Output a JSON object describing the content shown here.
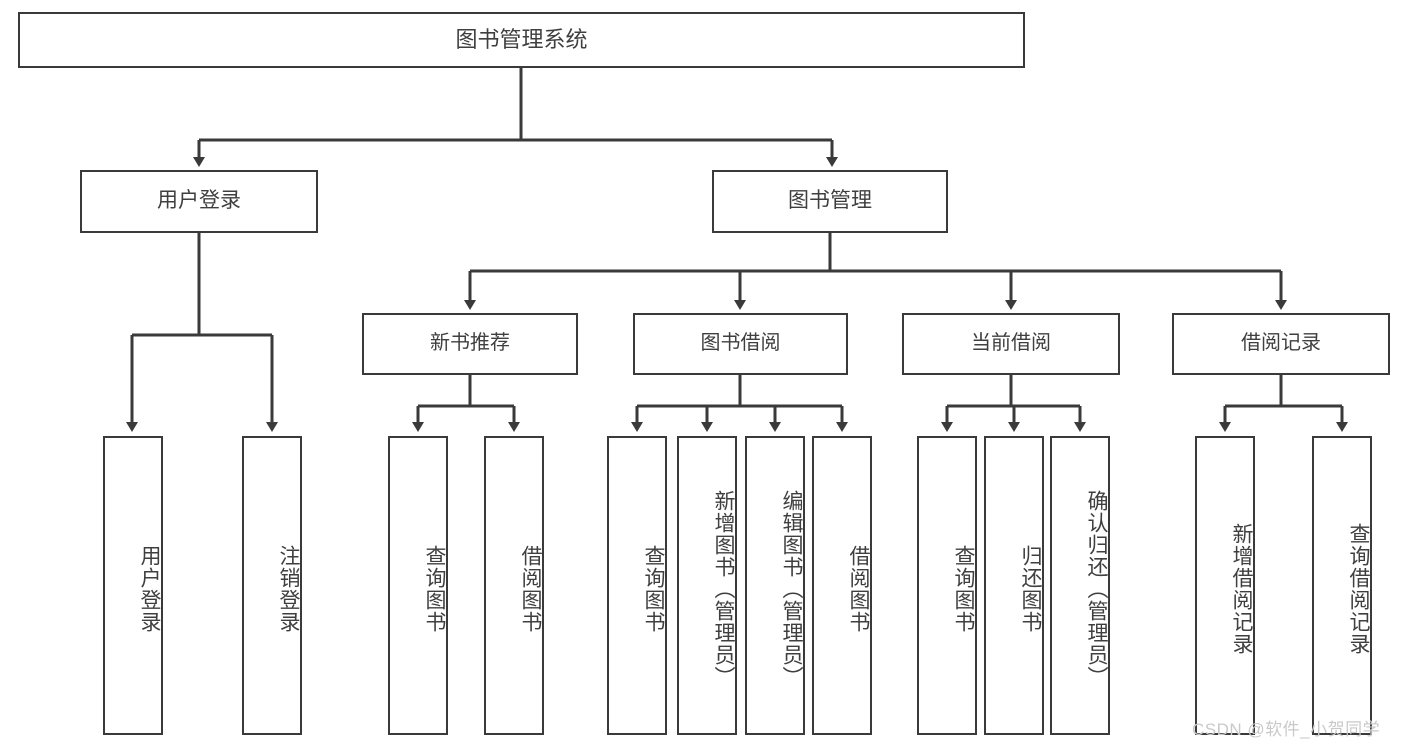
{
  "diagram": {
    "title": "图书管理系统",
    "type": "hierarchy-tree",
    "root": {
      "label": "图书管理系统"
    },
    "level1": [
      {
        "label": "用户登录"
      },
      {
        "label": "图书管理"
      }
    ],
    "level2": [
      {
        "label": "新书推荐"
      },
      {
        "label": "图书借阅"
      },
      {
        "label": "当前借阅"
      },
      {
        "label": "借阅记录"
      }
    ],
    "leaves": {
      "user_login": [
        {
          "label": "用户登录"
        },
        {
          "label": "注销登录"
        }
      ],
      "new_book_recommend": [
        {
          "label": "查询图书"
        },
        {
          "label": "借阅图书"
        }
      ],
      "book_borrow": [
        {
          "label": "查询图书"
        },
        {
          "label": "新增图书（管理员）"
        },
        {
          "label": "编辑图书（管理员）"
        },
        {
          "label": "借阅图书"
        }
      ],
      "current_borrow": [
        {
          "label": "查询图书"
        },
        {
          "label": "归还图书"
        },
        {
          "label": "确认归还（管理员）"
        }
      ],
      "borrow_record": [
        {
          "label": "新增借阅记录"
        },
        {
          "label": "查询借阅记录"
        }
      ]
    }
  },
  "watermark": {
    "text": "CSDN @软件_小贺同学"
  },
  "colors": {
    "box_border": "#3a3a3a",
    "text": "#3f3f3f",
    "background": "#ffffff",
    "watermark": "#c9c9c9"
  }
}
